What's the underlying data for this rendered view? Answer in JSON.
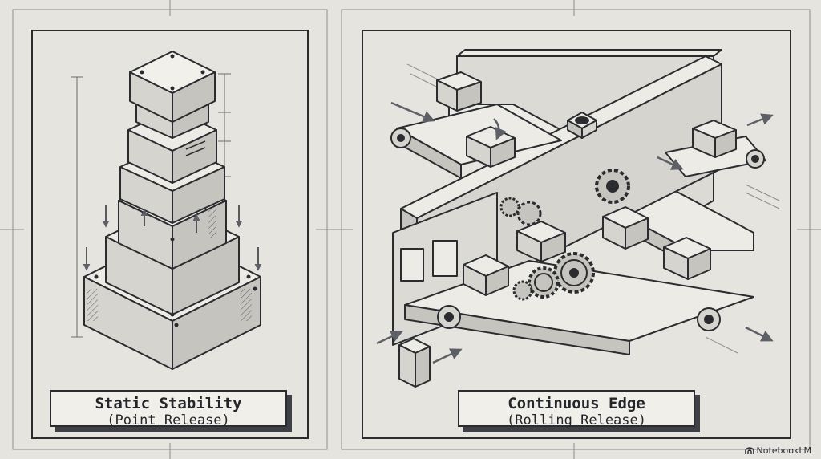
{
  "panels": [
    {
      "title": "Static Stability",
      "subtitle": "(Point Release)"
    },
    {
      "title": "Continuous Edge",
      "subtitle": "(Rolling Release)"
    }
  ],
  "brand": {
    "name": "NotebookLM",
    "icon": "notebooklm-logo-icon"
  },
  "colors": {
    "background": "#e6e4de",
    "ink": "#2a2c30",
    "panel_fill": "#f1efea",
    "shade": "#3e4046"
  }
}
